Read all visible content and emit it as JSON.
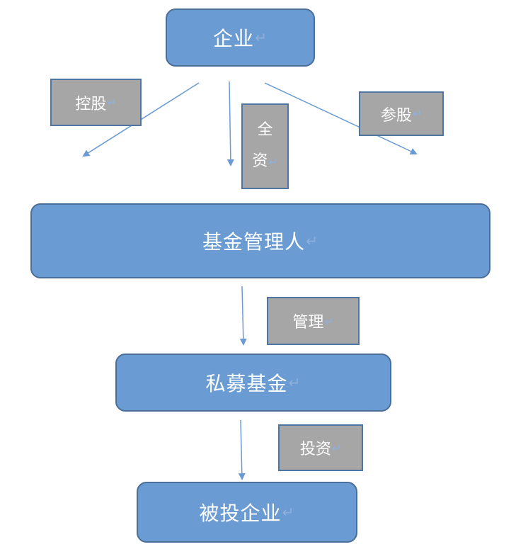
{
  "nodes": {
    "enterprise": "企业",
    "fund_manager": "基金管理人",
    "private_fund": "私募基金",
    "invested_enterprise": "被投企业"
  },
  "relations": {
    "holding": "控股",
    "wholly_owned_1": "全",
    "wholly_owned_2": "资",
    "minority_stake": "参股",
    "manage": "管理",
    "invest": "投资"
  },
  "return_mark": "↵",
  "colors": {
    "node_fill": "#6a9bd3",
    "node_border": "#4a6f98",
    "tag_fill": "#a6a6a6",
    "tag_border": "#4f76a3",
    "arrow": "#6a9bd3"
  }
}
